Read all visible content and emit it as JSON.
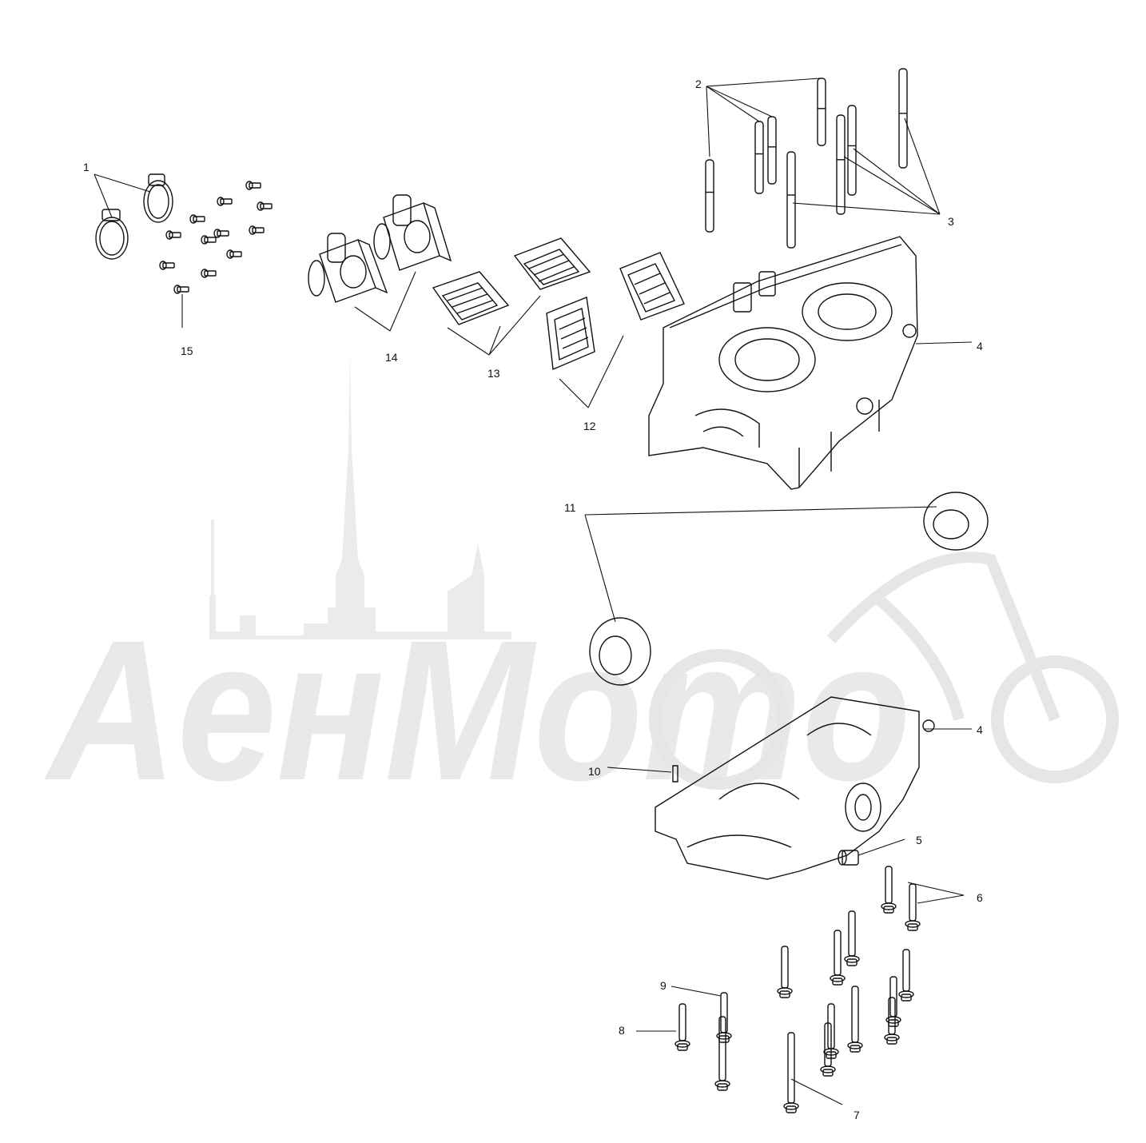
{
  "diagram": {
    "callouts": [
      {
        "id": "c1",
        "label": "1"
      },
      {
        "id": "c2",
        "label": "2"
      },
      {
        "id": "c3",
        "label": "3"
      },
      {
        "id": "c4a",
        "label": "4"
      },
      {
        "id": "c4b",
        "label": "4"
      },
      {
        "id": "c5",
        "label": "5"
      },
      {
        "id": "c6",
        "label": "6"
      },
      {
        "id": "c7",
        "label": "7"
      },
      {
        "id": "c8",
        "label": "8"
      },
      {
        "id": "c9",
        "label": "9"
      },
      {
        "id": "c10",
        "label": "10"
      },
      {
        "id": "c11",
        "label": "11"
      },
      {
        "id": "c12",
        "label": "12"
      },
      {
        "id": "c13",
        "label": "13"
      },
      {
        "id": "c14",
        "label": "14"
      },
      {
        "id": "c15",
        "label": "15"
      }
    ],
    "watermark": {
      "text": "AeнMoтo"
    },
    "colors": {
      "line": "#111111",
      "watermark": "#e8e8e8",
      "background": "#ffffff"
    }
  }
}
